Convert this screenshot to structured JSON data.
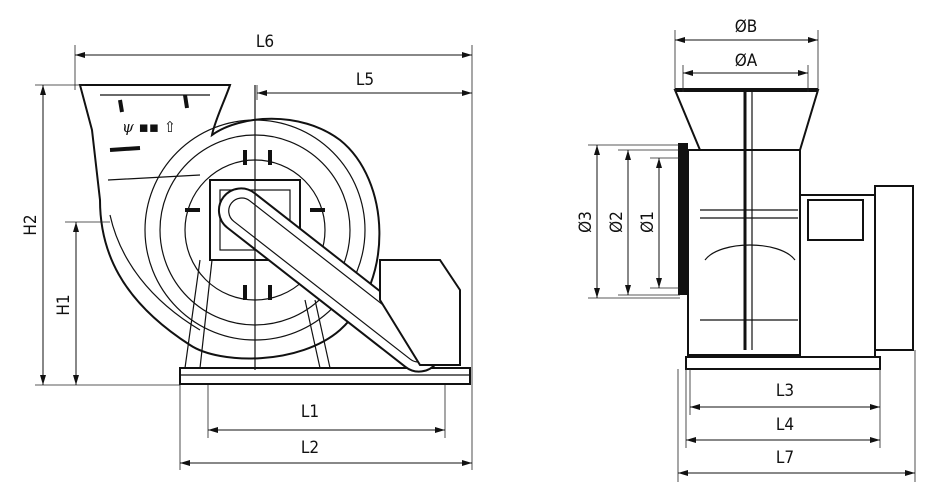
{
  "side_view": {
    "labels": {
      "L6": "L6",
      "L5": "L5",
      "H2": "H2",
      "H1": "H1",
      "L1": "L1",
      "L2": "L2"
    },
    "logo_text": "ψ"
  },
  "front_view": {
    "labels": {
      "phiB": "ØB",
      "phiA": "ØA",
      "phi3": "Ø3",
      "phi2": "Ø2",
      "phi1": "Ø1",
      "L3": "L3",
      "L4": "L4",
      "L7": "L7"
    }
  }
}
